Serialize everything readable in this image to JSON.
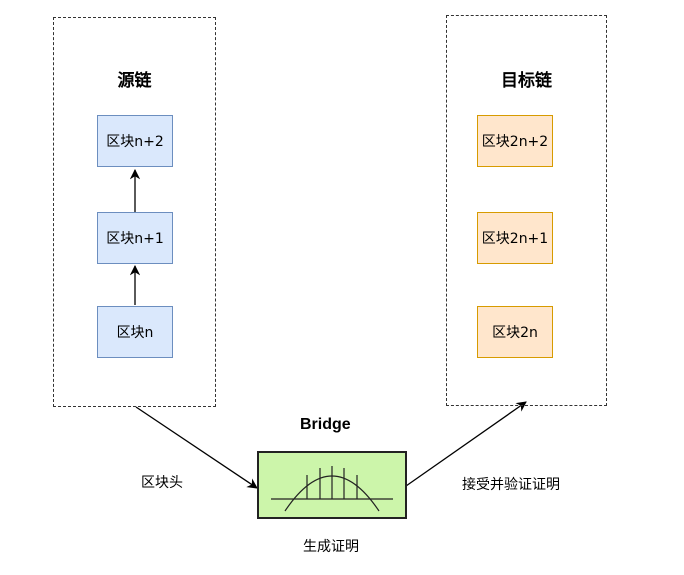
{
  "source_chain": {
    "title": "源链",
    "blocks": [
      "区块n+2",
      "区块n+1",
      "区块n"
    ]
  },
  "target_chain": {
    "title": "目标链",
    "blocks": [
      "区块2n+2",
      "区块2n+1",
      "区块2n"
    ]
  },
  "bridge": {
    "title": "Bridge",
    "caption": "生成证明"
  },
  "edges": {
    "source_to_bridge_label": "区块头",
    "bridge_to_target_label": "接受并验证证明"
  },
  "colors": {
    "source_block_fill": "#dae8fc",
    "source_block_border": "#6c8ebf",
    "target_block_fill": "#ffe6cc",
    "target_block_border": "#d79b00",
    "bridge_fill": "#ccf5aa"
  }
}
